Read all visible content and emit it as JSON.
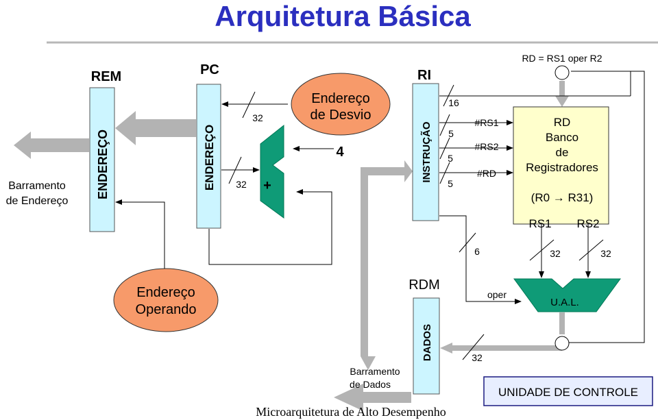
{
  "title": "Arquitetura Básica",
  "footer": "Microarquitetura de Alto Desempenho",
  "colors": {
    "title": "#2b2fbf",
    "register_fill": "#ccf5ff",
    "ellipse_fill": "#f79a6a",
    "alu_fill": "#0f9b77",
    "bank_fill": "#ffffcc",
    "bus_arrow": "#b0b0b0",
    "control_fill": "#e8eeff"
  },
  "labels": {
    "rem": "REM",
    "pc": "PC",
    "ri": "RI",
    "rdm": "RDM",
    "rem_reg": "ENDEREÇO",
    "pc_reg": "ENDEREÇO",
    "ri_reg": "INSTRUÇÃO",
    "rdm_reg": "DADOS",
    "addr_bus": [
      "Barramento",
      "de Endereço"
    ],
    "data_bus": [
      "Barramento",
      "de Dados"
    ],
    "branch_addr": [
      "Endereço",
      "de Desvio"
    ],
    "operand_addr": [
      "Endereço",
      "Operando"
    ],
    "adder_plus": "+",
    "four": "4",
    "w32_pc": "32",
    "w32_adder": "32",
    "w16": "16",
    "w5a": "5",
    "w5b": "5",
    "w5c": "5",
    "rs1_field": "#RS1",
    "rs2_field": "#RS2",
    "rd_field": "#RD",
    "rd_formula": "RD = RS1 oper R2",
    "bank": [
      "RD",
      "Banco",
      "de",
      "Registradores"
    ],
    "bank_range": "(R0 → R31)",
    "rs1": "RS1",
    "rs2": "RS2",
    "w6": "6",
    "w32_rs1": "32",
    "w32_rs2": "32",
    "oper": "oper",
    "alu": "U.A.L.",
    "w32_data": "32",
    "control": "UNIDADE DE CONTROLE"
  }
}
